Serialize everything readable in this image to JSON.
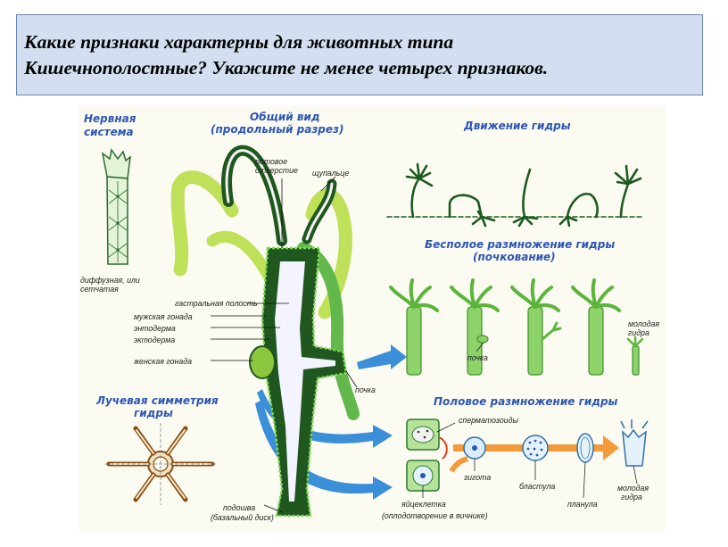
{
  "question": {
    "line1": "Какие признаки характерны для животных типа",
    "line2": "Кишечнополостные? Укажите не менее четырех признаков."
  },
  "diagram": {
    "headings": {
      "nervous_system_1": "Нервная",
      "nervous_system_2": "система",
      "general_view_1": "Общий вид",
      "general_view_2": "(продольный разрез)",
      "movement": "Движение гидры",
      "asexual_1": "Бесполое размножение гидры",
      "asexual_2": "(почкование)",
      "radial_1": "Лучевая симметрия",
      "radial_2": "гидры",
      "sexual": "Половое размножение гидры"
    },
    "labels": {
      "diffuse_1": "диффузная, или",
      "diffuse_2": "сетчатая",
      "mouth_1": "ротовое",
      "mouth_2": "отверстие",
      "tentacle": "щупальце",
      "gastral": "гастральная полость",
      "male_gonad": "мужская гонада",
      "endoderm": "энтодерма",
      "ectoderm": "эктодерма",
      "female_gonad": "женская гонада",
      "bud_big": "почка",
      "bud_small": "почка",
      "young_1": "молодая",
      "young_2": "гидра",
      "sperm": "сперматозоиды",
      "zygote": "зигота",
      "egg": "яйцеклетка",
      "fertilization": "(оплодотворение в яичнике)",
      "blastula": "бластула",
      "planula": "планула",
      "young_sex_1": "молодая",
      "young_sex_2": "гидра",
      "sole_1": "подошва",
      "sole_2": "(базальный диск)"
    }
  },
  "colors": {
    "heading_blue": "#2d56b3",
    "dark_green": "#1d5a1d",
    "hydra_green": "#6cc04a",
    "arrow_blue": "#3b8fd9",
    "question_bg": "#d3dff0"
  }
}
